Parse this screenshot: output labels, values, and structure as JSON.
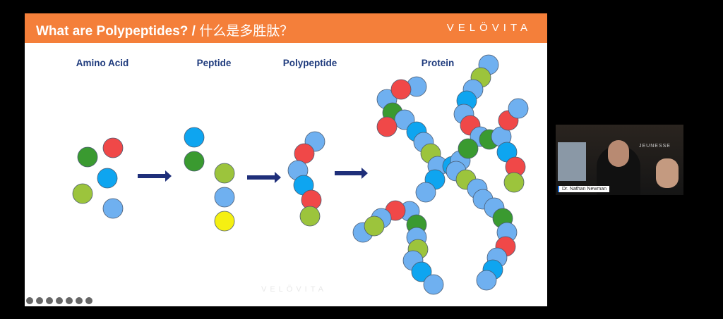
{
  "slide": {
    "title_en": "What are Polypeptides? /",
    "title_cn": " 什么是多胜肽？",
    "logo": "VELÖVITA",
    "watermark": "VELÖVITA",
    "labels": {
      "amino": "Amino Acid",
      "peptide": "Peptide",
      "polypeptide": "Polypeptide",
      "protein": "Protein"
    }
  },
  "colors": {
    "banner": "#f47f3a",
    "label": "#1f3b7d",
    "arrow": "#1f2f7a",
    "lightblue": "#6fb0f0",
    "cyan": "#0ea5f0",
    "red": "#f04848",
    "green": "#3a9a30",
    "lime": "#9cc43c",
    "yellow": "#f5f012"
  },
  "video": {
    "name": "Dr. Nathan Newman",
    "background_brand": "JEUNESSE"
  },
  "toolbar": [
    "back-icon",
    "pen-icon",
    "zoom-icon",
    "captions-icon",
    "camera-icon",
    "more-icon",
    "forward-icon"
  ]
}
